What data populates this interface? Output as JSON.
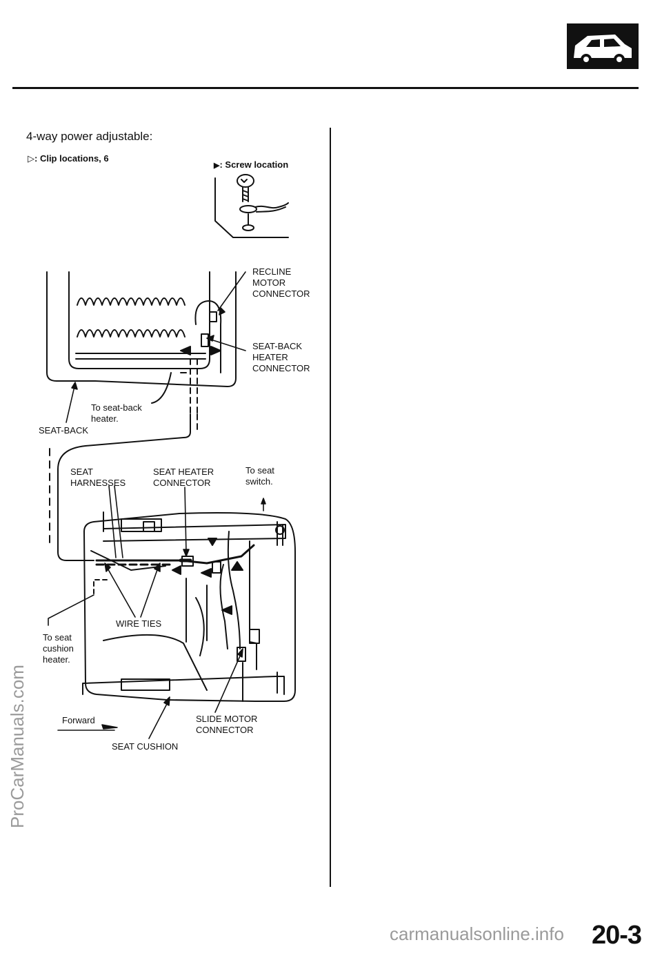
{
  "header": {
    "section_icon": "car-silhouette-icon"
  },
  "section_title": "4-way power adjustable:",
  "legend": {
    "clip_symbol": "▷",
    "clip_text": ": Clip locations, 6",
    "screw_symbol": "▶",
    "screw_text": ": Screw location"
  },
  "callouts": {
    "recline_motor_connector": "RECLINE\nMOTOR\nCONNECTOR",
    "seat_back_heater_connector": "SEAT-BACK\nHEATER\nCONNECTOR",
    "to_seat_back_heater": "To seat-back\nheater.",
    "seat_back": "SEAT-BACK",
    "seat_harnesses": "SEAT\nHARNESSES",
    "seat_heater_connector": "SEAT HEATER\nCONNECTOR",
    "to_seat_switch": "To seat\nswitch.",
    "wire_ties": "WIRE TIES",
    "to_seat_cushion_heater": "To seat\ncushion\nheater.",
    "forward": "Forward",
    "slide_motor_connector": "SLIDE  MOTOR\nCONNECTOR",
    "seat_cushion": "SEAT  CUSHION"
  },
  "page_number": "20-3",
  "watermarks": {
    "left": "ProCarManuals.com",
    "bottom": "carmanualsonline.info"
  }
}
